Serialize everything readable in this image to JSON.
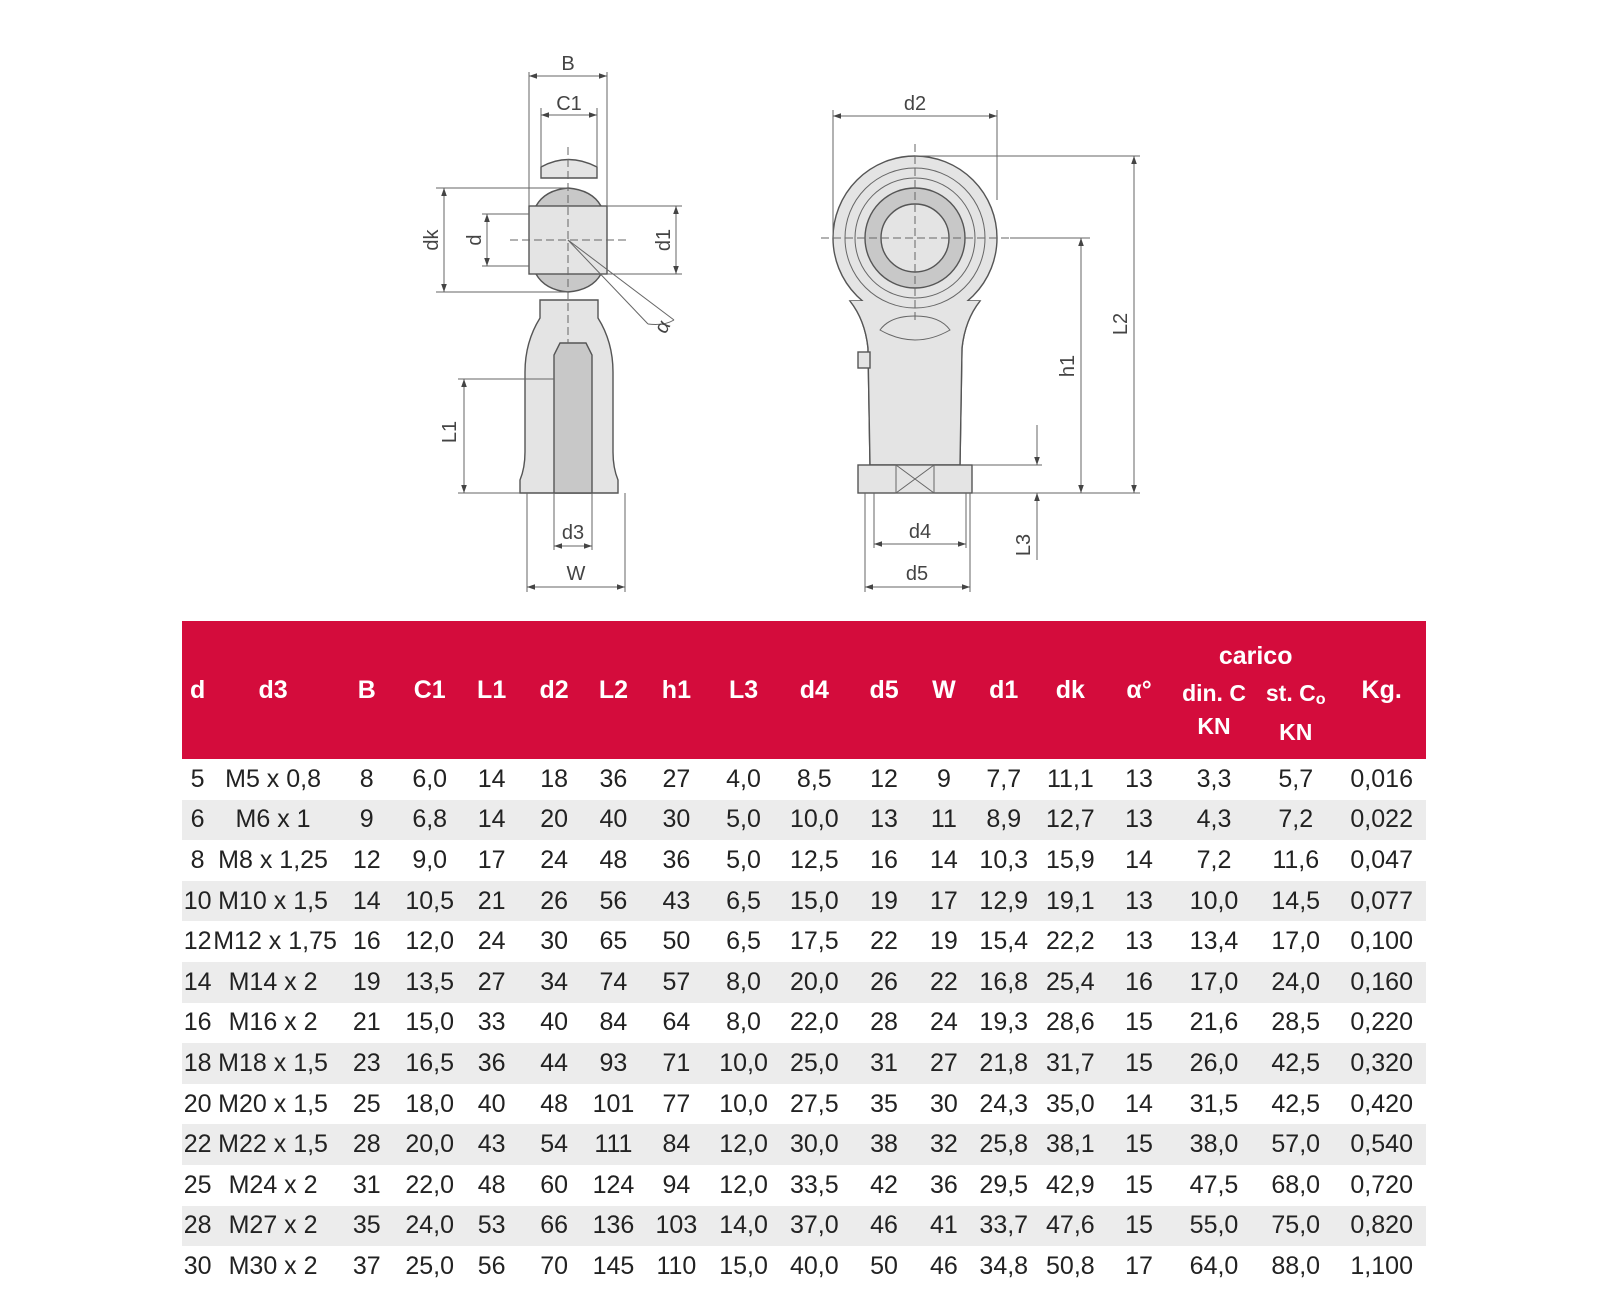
{
  "drawing": {
    "labels": {
      "B": "B",
      "C1": "C1",
      "dk": "dk",
      "d": "d",
      "d1": "d1",
      "alpha": "α",
      "L1": "L1",
      "d3": "d3",
      "W": "W",
      "d2": "d2",
      "L2": "L2",
      "h1": "h1",
      "L3": "L3",
      "d4": "d4",
      "d5": "d5"
    }
  },
  "table": {
    "group_header": "carico",
    "headers": {
      "d": "d",
      "d3": "d3",
      "B": "B",
      "C1": "C1",
      "L1": "L1",
      "d2": "d2",
      "L2": "L2",
      "h1": "h1",
      "L3": "L3",
      "d4": "d4",
      "d5": "d5",
      "W": "W",
      "d1": "d1",
      "dk": "dk",
      "alpha": "α°",
      "dinC_line1": "din. C",
      "dinC_line2": "KN",
      "stC_line1": "st. C",
      "stC_sub": "o",
      "stC_line2": "KN",
      "kg": "Kg."
    },
    "rows": [
      [
        "5",
        "M5 x 0,8",
        "8",
        "6,0",
        "14",
        "18",
        "36",
        "27",
        "4,0",
        "8,5",
        "12",
        "9",
        "7,7",
        "11,1",
        "13",
        "3,3",
        "5,7",
        "0,016"
      ],
      [
        "6",
        "M6 x 1",
        "9",
        "6,8",
        "14",
        "20",
        "40",
        "30",
        "5,0",
        "10,0",
        "13",
        "11",
        "8,9",
        "12,7",
        "13",
        "4,3",
        "7,2",
        "0,022"
      ],
      [
        "8",
        "M8 x 1,25",
        "12",
        "9,0",
        "17",
        "24",
        "48",
        "36",
        "5,0",
        "12,5",
        "16",
        "14",
        "10,3",
        "15,9",
        "14",
        "7,2",
        "11,6",
        "0,047"
      ],
      [
        "10",
        "M10 x 1,5",
        "14",
        "10,5",
        "21",
        "26",
        "56",
        "43",
        "6,5",
        "15,0",
        "19",
        "17",
        "12,9",
        "19,1",
        "13",
        "10,0",
        "14,5",
        "0,077"
      ],
      [
        "12",
        "M12 x 1,75",
        "16",
        "12,0",
        "24",
        "30",
        "65",
        "50",
        "6,5",
        "17,5",
        "22",
        "19",
        "15,4",
        "22,2",
        "13",
        "13,4",
        "17,0",
        "0,100"
      ],
      [
        "14",
        "M14 x 2",
        "19",
        "13,5",
        "27",
        "34",
        "74",
        "57",
        "8,0",
        "20,0",
        "26",
        "22",
        "16,8",
        "25,4",
        "16",
        "17,0",
        "24,0",
        "0,160"
      ],
      [
        "16",
        "M16 x 2",
        "21",
        "15,0",
        "33",
        "40",
        "84",
        "64",
        "8,0",
        "22,0",
        "28",
        "24",
        "19,3",
        "28,6",
        "15",
        "21,6",
        "28,5",
        "0,220"
      ],
      [
        "18",
        "M18 x 1,5",
        "23",
        "16,5",
        "36",
        "44",
        "93",
        "71",
        "10,0",
        "25,0",
        "31",
        "27",
        "21,8",
        "31,7",
        "15",
        "26,0",
        "42,5",
        "0,320"
      ],
      [
        "20",
        "M20 x 1,5",
        "25",
        "18,0",
        "40",
        "48",
        "101",
        "77",
        "10,0",
        "27,5",
        "35",
        "30",
        "24,3",
        "35,0",
        "14",
        "31,5",
        "42,5",
        "0,420"
      ],
      [
        "22",
        "M22 x 1,5",
        "28",
        "20,0",
        "43",
        "54",
        "111",
        "84",
        "12,0",
        "30,0",
        "38",
        "32",
        "25,8",
        "38,1",
        "15",
        "38,0",
        "57,0",
        "0,540"
      ],
      [
        "25",
        "M24 x 2",
        "31",
        "22,0",
        "48",
        "60",
        "124",
        "94",
        "12,0",
        "33,5",
        "42",
        "36",
        "29,5",
        "42,9",
        "15",
        "47,5",
        "68,0",
        "0,720"
      ],
      [
        "28",
        "M27 x 2",
        "35",
        "24,0",
        "53",
        "66",
        "136",
        "103",
        "14,0",
        "37,0",
        "46",
        "41",
        "33,7",
        "47,6",
        "15",
        "55,0",
        "75,0",
        "0,820"
      ],
      [
        "30",
        "M30 x 2",
        "37",
        "25,0",
        "56",
        "70",
        "145",
        "110",
        "15,0",
        "40,0",
        "50",
        "46",
        "34,8",
        "50,8",
        "17",
        "64,0",
        "88,0",
        "1,100"
      ]
    ]
  }
}
